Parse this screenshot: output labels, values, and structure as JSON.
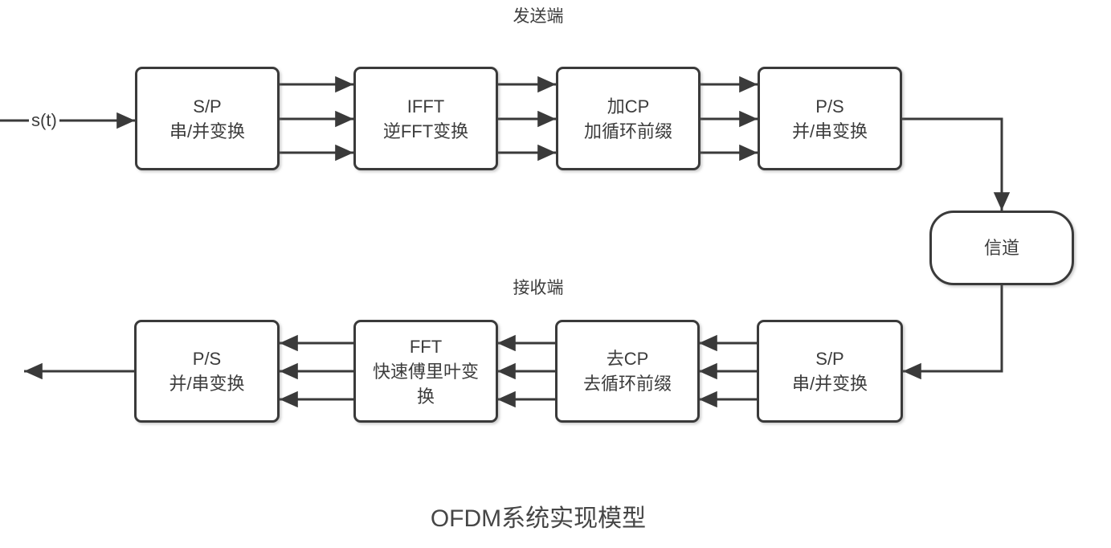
{
  "diagram": {
    "title": "OFDM系统实现模型",
    "transmitter_label": "发送端",
    "receiver_label": "接收端",
    "input_signal_label": "s(t)"
  },
  "colors": {
    "line": "#3a3a3a",
    "text": "#3c3c3c",
    "background": "#ffffff"
  },
  "nodes": {
    "tx_sp": {
      "lines": [
        "S/P",
        "串/并变换"
      ]
    },
    "tx_ifft": {
      "lines": [
        "IFFT",
        "逆FFT变换"
      ]
    },
    "tx_add_cp": {
      "lines": [
        "加CP",
        "加循环前缀"
      ]
    },
    "tx_ps": {
      "lines": [
        "P/S",
        "并/串变换"
      ]
    },
    "channel": {
      "label": "信道"
    },
    "rx_sp": {
      "lines": [
        "S/P",
        "串/并变换"
      ]
    },
    "rx_remove_cp": {
      "lines": [
        "去CP",
        "去循环前缀"
      ]
    },
    "rx_fft": {
      "lines": [
        "FFT",
        "快速傅里叶变",
        "换"
      ]
    },
    "rx_ps": {
      "lines": [
        "P/S",
        "并/串变换"
      ]
    }
  }
}
